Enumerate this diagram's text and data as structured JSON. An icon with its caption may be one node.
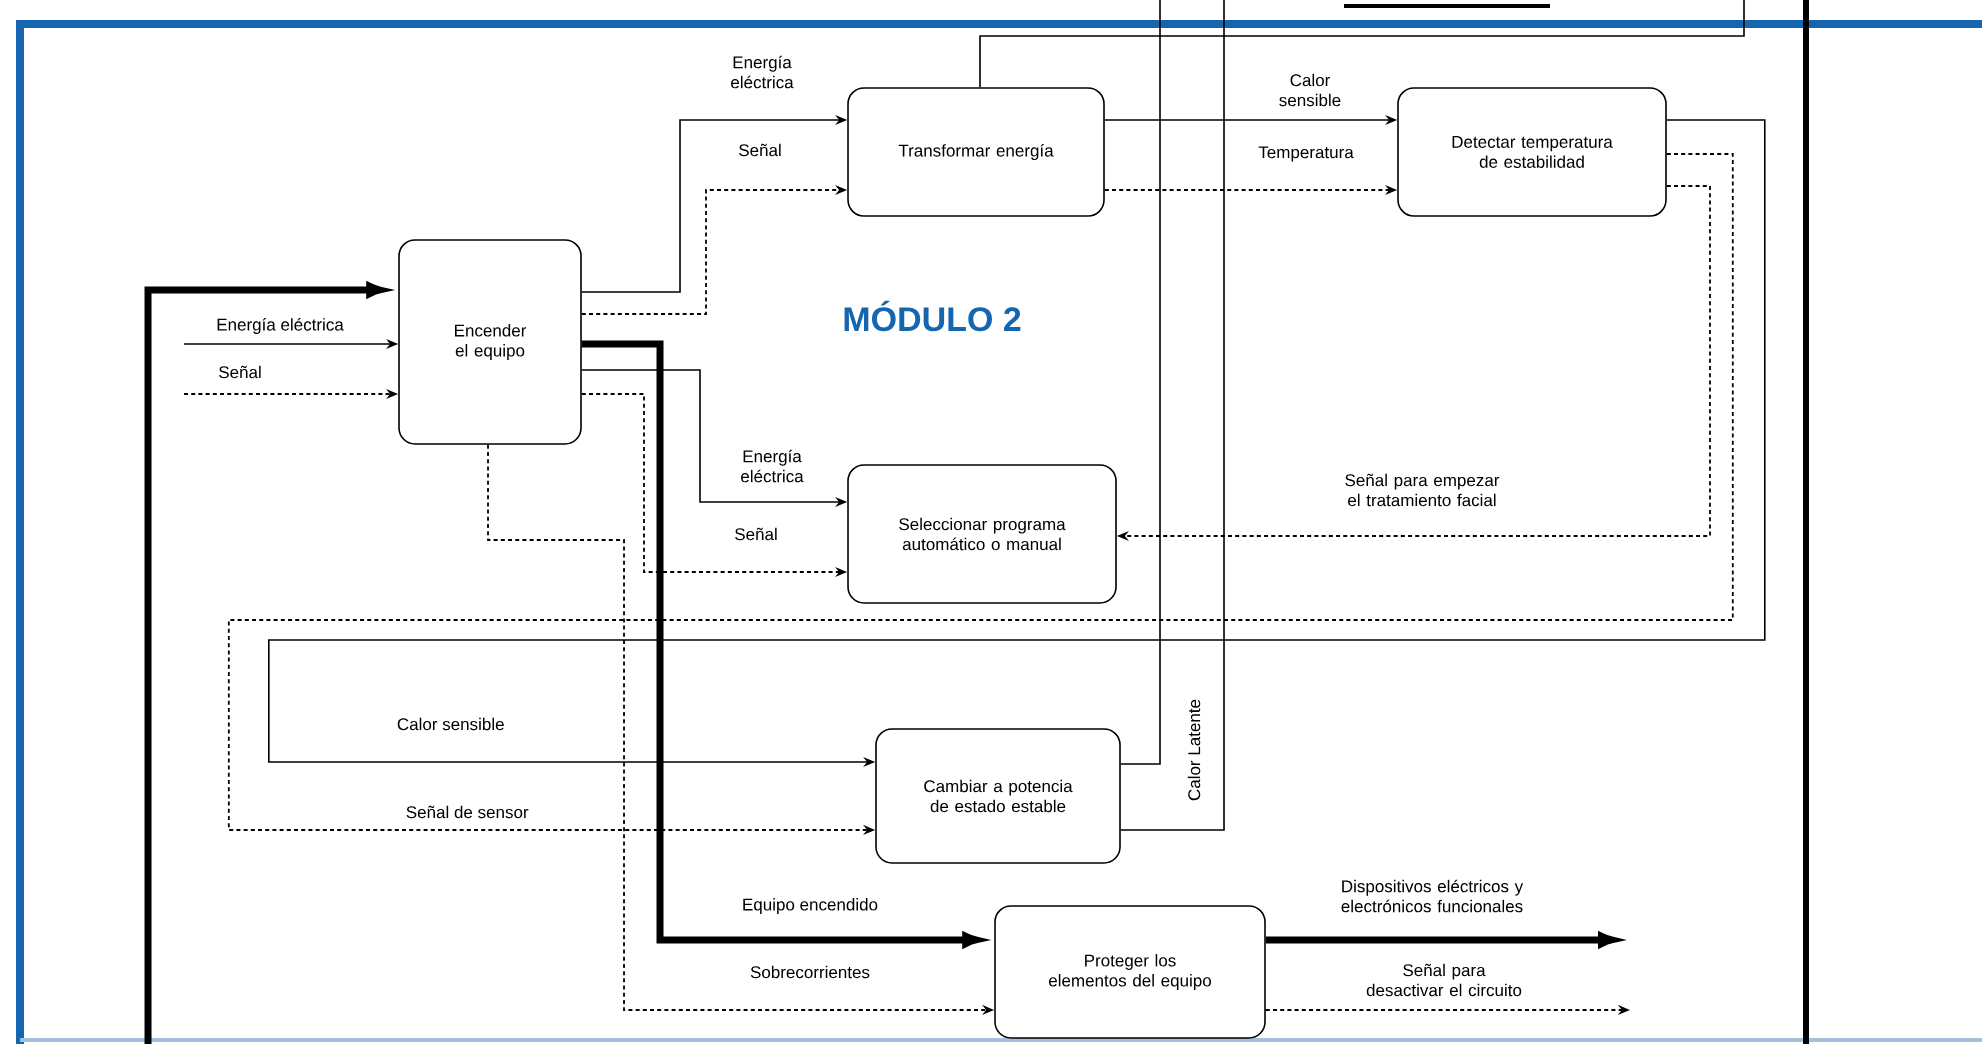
{
  "diagram": {
    "nodes": [
      {
        "text": [
          "Encender el equipo"
        ]
      },
      {
        "text": [
          "Transformar energía"
        ]
      },
      {
        "text": [
          "Detectar temperatura de estabilidad"
        ]
      },
      {
        "text": [
          "Seleccionar programa automático o manual"
        ]
      },
      {
        "text": [
          "Cambiar a potencia de estado estable"
        ]
      },
      {
        "text": [
          "Proteger los elementos del equipo"
        ]
      }
    ],
    "edges": [
      {
        "from": null,
        "to": 0,
        "arrow": "to",
        "style": "thick"
      },
      {
        "from": null,
        "to": 0,
        "arrow": "to",
        "label": "Energía eléctrica"
      },
      {
        "from": null,
        "to": 0,
        "arrow": "to",
        "label": "Señal",
        "style": "dashed"
      },
      {
        "from": 0,
        "to": 1,
        "arrow": "to",
        "label": "Energía eléctrica"
      },
      {
        "from": 0,
        "to": 1,
        "arrow": "to",
        "label": "Señal",
        "style": "dashed"
      },
      {
        "from": 0,
        "to": 3,
        "arrow": "to",
        "label": "Energía eléctrica"
      },
      {
        "from": 0,
        "to": 3,
        "arrow": "to",
        "label": "Señal",
        "style": "dashed"
      },
      {
        "from": 0,
        "to": 5,
        "arrow": "to",
        "label": "Equipo encendido",
        "style": "thick"
      },
      {
        "from": 0,
        "to": 5,
        "arrow": "to",
        "label": "Sobrecorrientes",
        "style": "dashed"
      },
      {
        "from": 1,
        "to": 2,
        "arrow": "to",
        "label": "Calor sensible"
      },
      {
        "from": 1,
        "to": 2,
        "arrow": "to",
        "label": "Temperatura",
        "style": "dashed"
      },
      {
        "from": 1,
        "to": null,
        "arrow": "none"
      },
      {
        "from": 2,
        "to": 3,
        "arrow": "to",
        "label": "Señal para empezar el tratamiento facial",
        "style": "dashed"
      },
      {
        "from": 2,
        "to": 4,
        "arrow": "to",
        "label": "Calor sensible"
      },
      {
        "from": 2,
        "to": 4,
        "arrow": "to",
        "label": "Señal de sensor",
        "style": "dashed"
      },
      {
        "from": 4,
        "to": null,
        "arrow": "none"
      },
      {
        "from": 4,
        "to": null,
        "arrow": "none",
        "label": "Calor Latente"
      },
      {
        "from": 5,
        "to": null,
        "arrow": "to",
        "label": "Dispositivos eléctricos y electrónicos funcionales",
        "style": "thick"
      },
      {
        "from": 5,
        "to": null,
        "arrow": "to",
        "label": "Señal para desactivar el circuito",
        "style": "dashed"
      }
    ],
    "labels": [
      "MÓDULO 2"
    ]
  }
}
